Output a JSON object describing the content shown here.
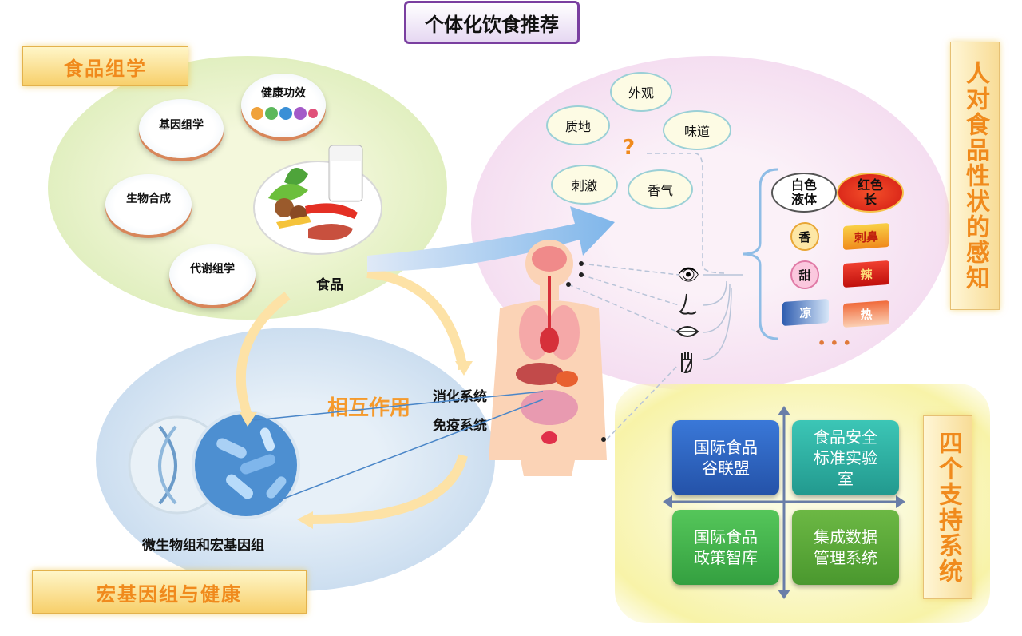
{
  "title": "个体化饮食推荐",
  "banners": {
    "foodomics": "食品组学",
    "metagenomics": "宏基因组与健康",
    "perception": "人对食品性状的感知",
    "support": "四个支持系统"
  },
  "omics_discs": {
    "health": "健康功效",
    "genomics": "基因组学",
    "biosynthesis": "生物合成",
    "metabolomics": "代谢组学"
  },
  "food_label": "食品",
  "interaction_label": "相互作用",
  "systems": {
    "digestive": "消化系统",
    "immune": "免疫系统"
  },
  "microbiome_label": "微生物组和宏基因组",
  "clouds": {
    "appearance": "外观",
    "texture": "质地",
    "taste": "味道",
    "stimulus": "刺激",
    "aroma": "香气",
    "question": "?"
  },
  "traits": {
    "white_liquid": "白色\n液体",
    "red_long": "红色\n长",
    "fragrant": "香",
    "pungent": "刺鼻",
    "sweet": "甜",
    "spicy": "辣",
    "cool": "凉",
    "hot": "热",
    "more": "• • •"
  },
  "support_quadrants": {
    "alliance": "国际食品\n谷联盟",
    "lab": "食品安全\n标准实验\n室",
    "thinktank": "国际食品\n政策智库",
    "data": "集成数据\n管理系统"
  },
  "colors": {
    "title_border": "#7a3fa0",
    "banner_text": "#f08a1c",
    "interaction": "#f59a2c",
    "quad_blue": "#2f64c2",
    "quad_teal": "#2bb3a6",
    "quad_green": "#45b24a",
    "quad_olive": "#5ea83a"
  }
}
